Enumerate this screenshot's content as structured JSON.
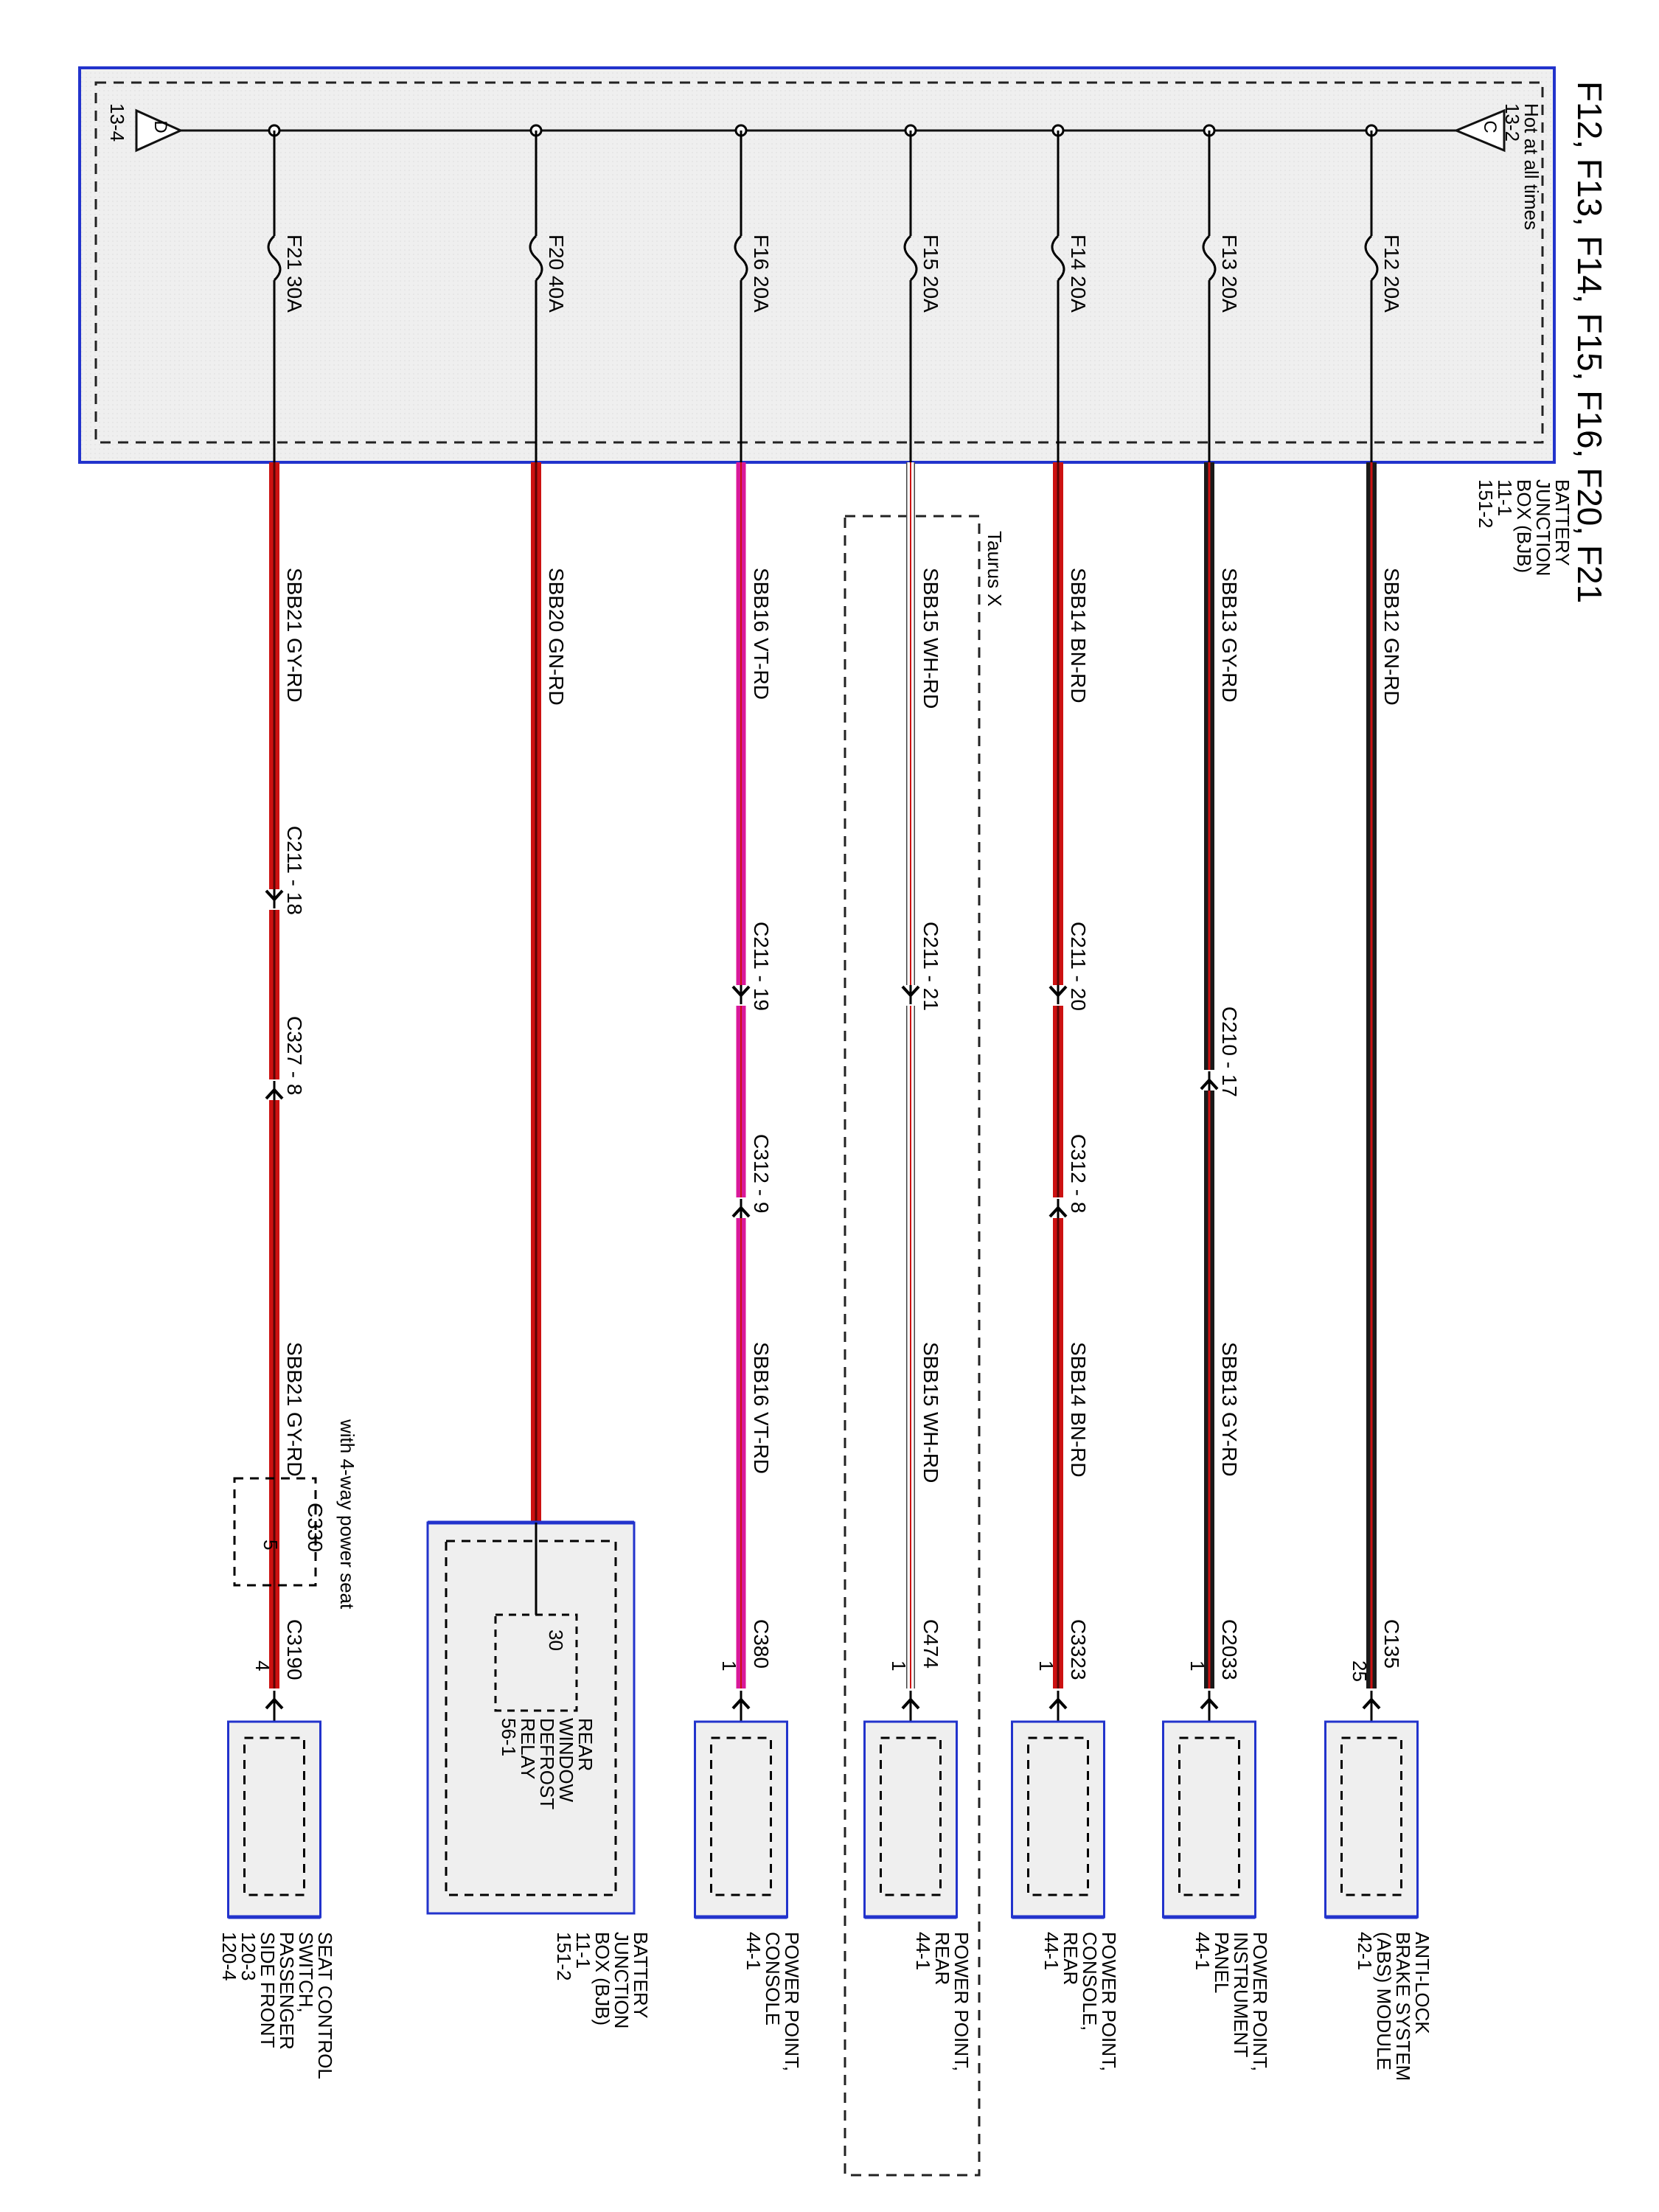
{
  "title": "F12, F13, F14, F15, F16, F20, F21",
  "bjb": {
    "name_lines": [
      "BATTERY",
      "JUNCTION",
      "BOX (BJB)",
      "11-1",
      "151-2"
    ],
    "hot_label": "Hot at all times",
    "ref_c_letter": "C",
    "ref_c_page": "13-2",
    "ref_d_letter": "D",
    "ref_d_page": "13-4"
  },
  "circuits": [
    {
      "fuse": "F12",
      "rating": "20A",
      "circuit": "SBB12",
      "color": "GN-RD",
      "end_connector": "C135",
      "end_pin": "25",
      "component_lines": [
        "ANTI-LOCK",
        "BRAKE SYSTEM",
        "(ABS) MODULE",
        "42-1"
      ]
    },
    {
      "fuse": "F13",
      "rating": "20A",
      "circuit": "SBB13",
      "color": "GY-RD",
      "inline": [
        {
          "connector": "C210",
          "pin": "17"
        }
      ],
      "end_connector": "C2033",
      "end_pin": "1",
      "component_lines": [
        "POWER POINT,",
        "INSTRUMENT",
        "PANEL",
        "44-1"
      ]
    },
    {
      "fuse": "F14",
      "rating": "20A",
      "circuit": "SBB14",
      "color": "BN-RD",
      "inline": [
        {
          "connector": "C211",
          "pin": "20"
        },
        {
          "connector": "C312",
          "pin": "8"
        }
      ],
      "end_connector": "C3323",
      "end_pin": "1",
      "component_lines": [
        "POWER POINT,",
        "CONSOLE,",
        "REAR",
        "44-1"
      ]
    },
    {
      "fuse": "F15",
      "rating": "20A",
      "circuit": "SBB15",
      "color": "WH-RD",
      "inline": [
        {
          "connector": "C211",
          "pin": "21"
        }
      ],
      "end_connector": "C474",
      "end_pin": "1",
      "option_label": "Taurus X",
      "component_lines": [
        "POWER POINT,",
        "REAR",
        "44-1"
      ]
    },
    {
      "fuse": "F16",
      "rating": "20A",
      "circuit": "SBB16",
      "color": "VT-RD",
      "inline": [
        {
          "connector": "C211",
          "pin": "19"
        },
        {
          "connector": "C312",
          "pin": "9"
        }
      ],
      "end_connector": "C380",
      "end_pin": "1",
      "component_lines": [
        "POWER POINT,",
        "CONSOLE",
        "44-1"
      ]
    },
    {
      "fuse": "F20",
      "rating": "40A",
      "circuit": "SBB20",
      "color": "GN-RD",
      "end_pin": "30",
      "relay_lines": [
        "REAR",
        "WINDOW",
        "DEFROST",
        "RELAY",
        "56-1"
      ],
      "component_lines": [
        "BATTERY",
        "JUNCTION",
        "BOX (BJB)",
        "11-1",
        "151-2"
      ]
    },
    {
      "fuse": "F21",
      "rating": "30A",
      "circuit": "SBB21",
      "color": "GY-RD",
      "inline": [
        {
          "connector": "C211",
          "pin": "18"
        },
        {
          "connector": "C327",
          "pin": "8"
        }
      ],
      "option_label": "with 4-way power seat",
      "option_connector": "C330",
      "option_pin": "5",
      "end_connector": "C3190",
      "end_pin": "4",
      "component_lines": [
        "SEAT CONTROL",
        "SWITCH,",
        "PASSENGER",
        "SIDE FRONT",
        "120-3",
        "120-4"
      ]
    }
  ],
  "colors": {
    "outline_blue": "#2233cc",
    "box_fill": "#efefef",
    "wire_black": "#1a1a1a",
    "wire_red": "#cc1111",
    "wire_violet": "#d9189a",
    "wire_white": "#ffffff"
  }
}
